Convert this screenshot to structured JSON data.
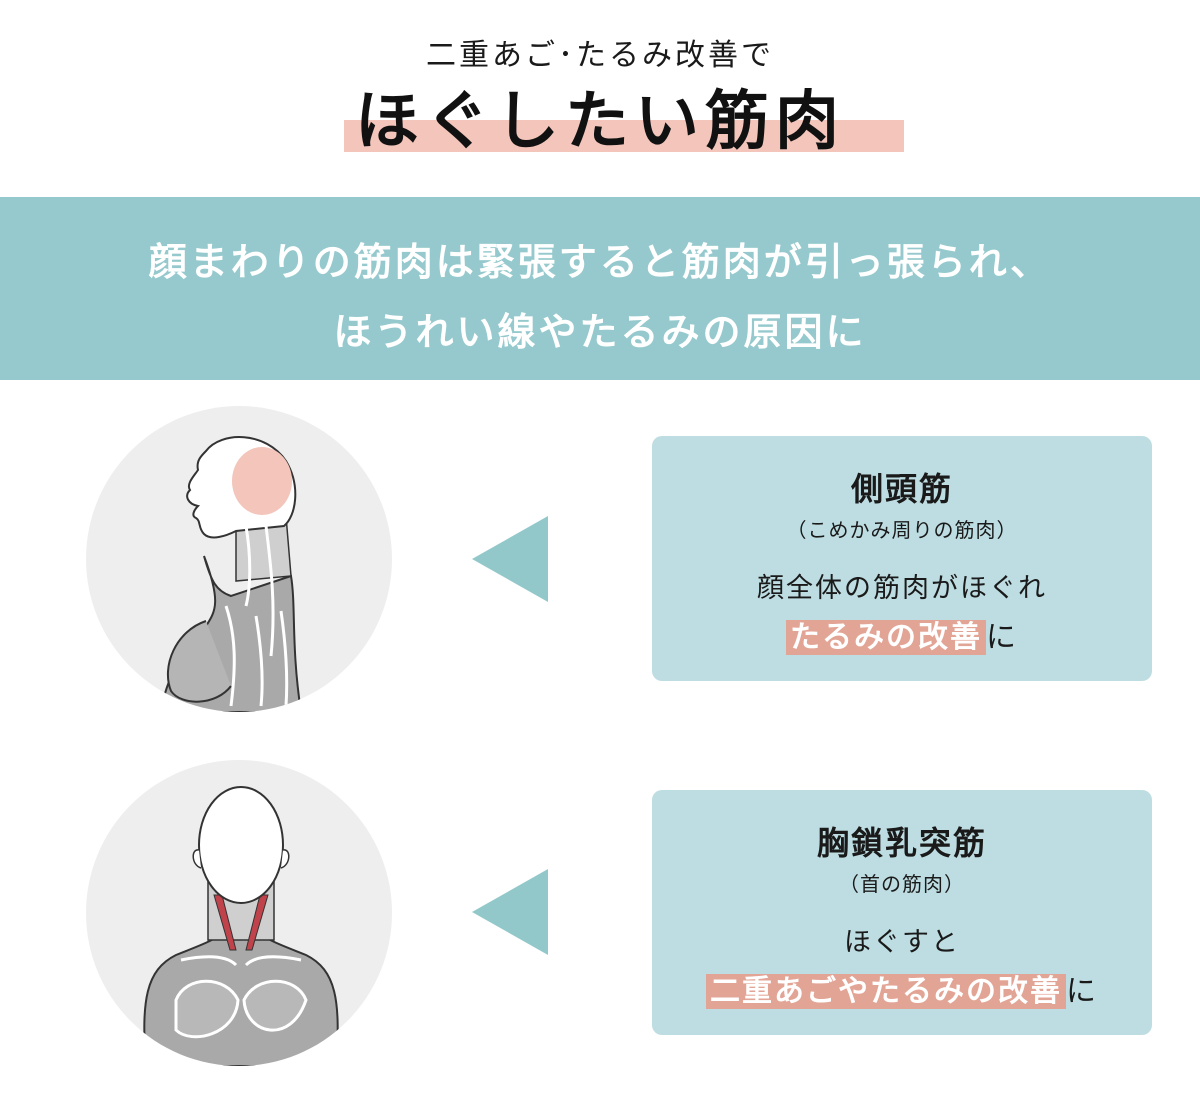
{
  "header": {
    "subtitle": "二重あご･たるみ改善で",
    "title": "ほぐしたい筋肉"
  },
  "banner": {
    "line1": "顔まわりの筋肉は緊張すると筋肉が引っ張られ、",
    "line2": "ほうれい線やたるみの原因に"
  },
  "cards": [
    {
      "title": "側頭筋",
      "subtitle": "（こめかみ周りの筋肉）",
      "description": "顔全体の筋肉がほぐれ",
      "highlight": "たるみの改善",
      "suffix": "に"
    },
    {
      "title": "胸鎖乳突筋",
      "subtitle": "（首の筋肉）",
      "description": "ほぐすと",
      "highlight": "二重あごやたるみの改善",
      "suffix": "に"
    }
  ],
  "colors": {
    "banner": "#95c9cd",
    "card": "#bddde2",
    "arrow": "#93c8cb",
    "highlight": "#e2a495",
    "title_underline": "#f3c5bb",
    "muscle_temporal": "#f3c5bb",
    "muscle_neck": "#c0424a"
  }
}
